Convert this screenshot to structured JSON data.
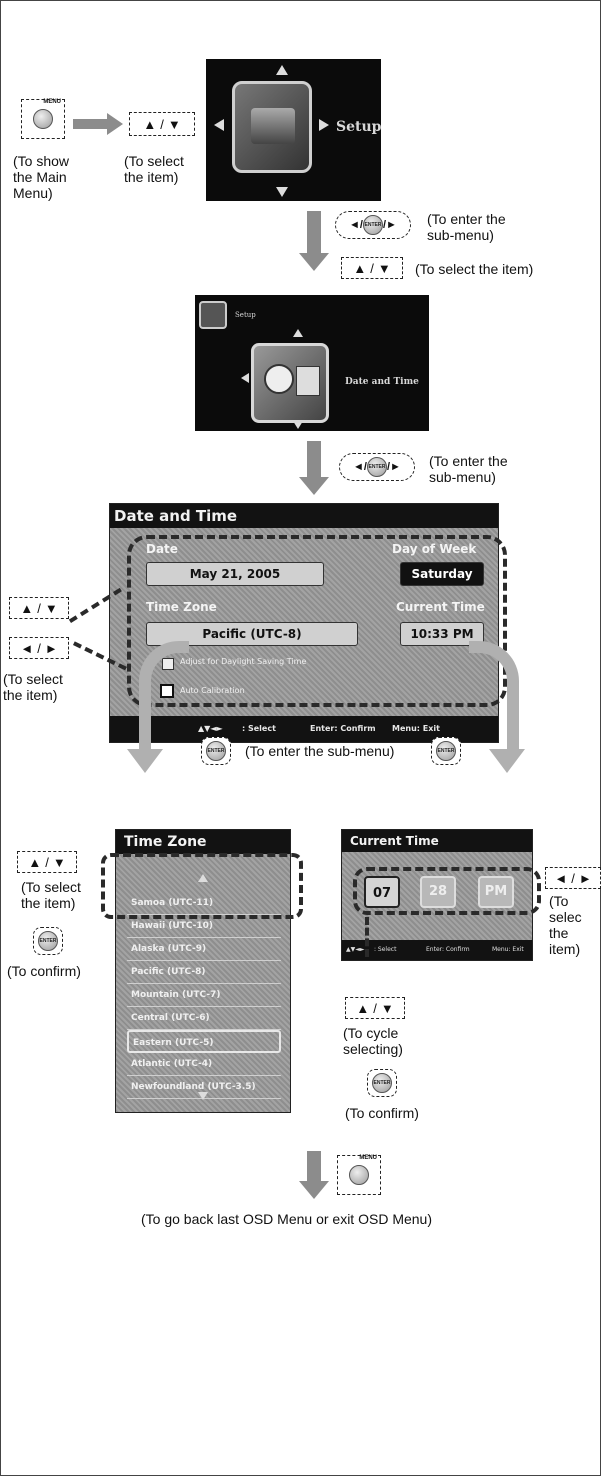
{
  "top": {
    "menu_key": "MENU",
    "updown_key": [
      "▲",
      "/",
      "▼"
    ],
    "note_show_main": [
      "(To show",
      "the Main",
      "Menu)"
    ],
    "note_select_item": [
      "(To select",
      "the item)"
    ],
    "setup_label": "Setup",
    "note_enter_submenu": [
      "(To enter the",
      "sub-menu)"
    ],
    "note_select_item_inline": "(To select the item)",
    "enter_key": "ENTER"
  },
  "setup_screen": {
    "small_label": "Setup",
    "big_label": "Date and Time",
    "note_enter_submenu": [
      "(To enter the",
      "sub-menu)"
    ]
  },
  "date_time_panel": {
    "title": "Date and Time",
    "date_label": "Date",
    "date_value": "May 21, 2005",
    "dow_label": "Day of Week",
    "dow_value": "Saturday",
    "tz_label": "Time Zone",
    "tz_value": "Pacific (UTC-8)",
    "ct_label": "Current Time",
    "ct_value": "10:33 PM",
    "dst_label": "Adjust for Daylight Saving Time",
    "auto_label": "Auto Calibration",
    "footer_select": ": Select",
    "footer_confirm": "Enter: Confirm",
    "footer_exit": "Menu: Exit",
    "left_keys_updown": [
      "▲",
      "/",
      "▼"
    ],
    "left_keys_leftright": [
      "◄",
      "/",
      "►"
    ],
    "note_select_item": [
      "(To select",
      "the item)"
    ],
    "note_enter_submenu": "(To enter the sub-menu)"
  },
  "time_zone_panel": {
    "title": "Time Zone",
    "items": [
      "Samoa (UTC-11)",
      "Hawaii (UTC-10)",
      "Alaska (UTC-9)",
      "Pacific (UTC-8)",
      "Mountain (UTC-7)",
      "Central (UTC-6)",
      "Eastern (UTC-5)",
      "Atlantic (UTC-4)",
      "Newfoundland (UTC-3.5)"
    ],
    "selected_item": "Eastern (UTC-5)",
    "note_select_item": [
      "(To select",
      "the item)"
    ],
    "note_confirm": "(To confirm)"
  },
  "current_time_panel": {
    "title": "Current Time",
    "hour": "07",
    "minute": "28",
    "ampm": "PM",
    "footer_select": ": Select",
    "footer_confirm": "Enter: Confirm",
    "footer_exit": "Menu: Exit",
    "right_note": [
      "(To selec",
      "the item)"
    ],
    "note_cycle": [
      "(To cycle",
      "selecting)"
    ],
    "note_confirm": "(To confirm)"
  },
  "bottom": {
    "note_back": "(To go back last OSD Menu or exit OSD Menu)"
  },
  "colors": {
    "arrow_grey": "#8c8c8c",
    "screen_black": "#0b0b0b",
    "panel_grey": "#9a9a9a"
  }
}
